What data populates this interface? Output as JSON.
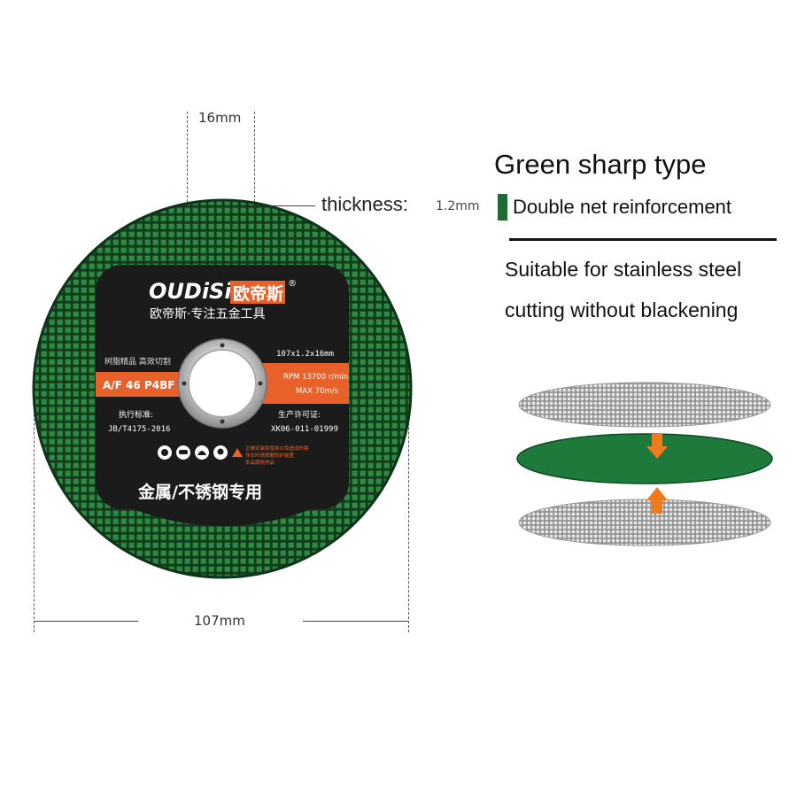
{
  "dimensions": {
    "bore": "16mm",
    "diameter": "107mm",
    "thickness_label": "thickness:",
    "thickness_value": "1.2mm"
  },
  "info": {
    "heading": "Green sharp type",
    "subtitle": "Double net reinforcement",
    "desc_line1": "Suitable for stainless steel",
    "desc_line2": "cutting without blackening"
  },
  "disc_label": {
    "brand": "OUDiSi",
    "brand_cn": "欧帝斯",
    "registered": "®",
    "slogan": "欧帝斯·专注五金工具",
    "resin": "树脂精品 高效切割",
    "grade": "A/F 46 P4BF",
    "size": "107x1.2x16mm",
    "rpm": "RPM 13700 r/min",
    "max_speed": "MAX 70m/s",
    "standard_label": "执行标准:",
    "standard_value": "JB/T4175-2016",
    "license_label": "生产许可证:",
    "license_value": "XK06-011-01999",
    "warning1": "正确安装和使用以免造成伤害",
    "warning2": "作业时请佩戴防护装置",
    "warning3": "本品属耗材品",
    "use": "金属/不锈钢专用"
  },
  "colors": {
    "disc_green": "#1f6b32",
    "label_black": "#1b1b1b",
    "accent_orange": "#e8612a",
    "arrow_orange": "#f07a1c"
  }
}
